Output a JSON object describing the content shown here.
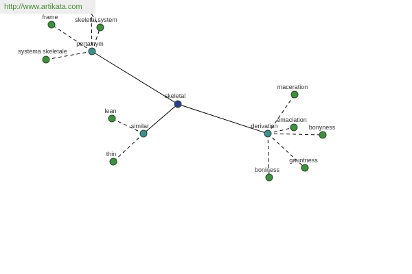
{
  "banner": {
    "text": "http://www.artikata.com"
  },
  "colors": {
    "center_node": "#2e3d8f",
    "relation_node": "#3e8e92",
    "leaf_node": "#3f8f3f",
    "node_stroke": "#2a4a2a",
    "solid_edge": "#000000",
    "dashed_edge": "#000000"
  },
  "graph": {
    "center": {
      "id": "skeletal",
      "label": "skeletal"
    },
    "relations": [
      {
        "id": "pertainym",
        "label": "pertainym",
        "leaves": [
          "frame",
          "skeletal system",
          "systema skeletale"
        ]
      },
      {
        "id": "similar",
        "label": "similar",
        "leaves": [
          "lean",
          "thin"
        ]
      },
      {
        "id": "derivation",
        "label": "derivation",
        "leaves": [
          "maceration",
          "emaciation",
          "bonyness",
          "gauntness",
          "boniness"
        ]
      }
    ]
  }
}
